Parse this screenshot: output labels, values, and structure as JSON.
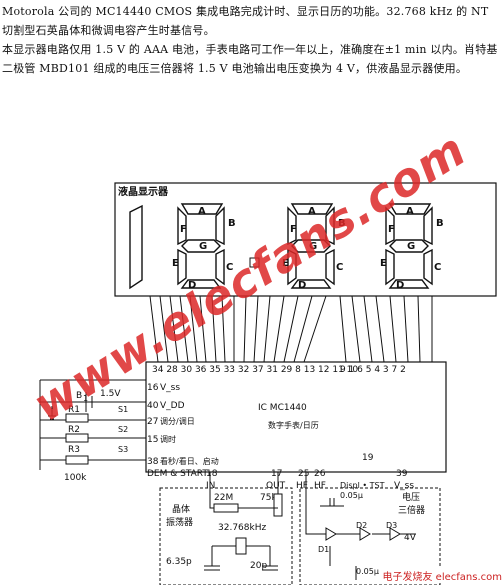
{
  "text": {
    "p1": "Motorola 公司的 MC14440 CMOS 集成电路完成计时、显示日历的功能。32.768 kHz 的 NT 切割型石英晶体和微调电容产生时基信号。",
    "p2": "本显示器电路仅用 1.5 V 的 AAA 电池，手表电路可工作一年以上，准确度在±1 min 以内。肖特基二极管 MBD101 组成的电压三倍器将 1.5 V 电池输出电压变换为 4 V，供液晶显示器使用。"
  },
  "lcd": {
    "title": "液晶显示器",
    "segments": [
      "A",
      "B",
      "C",
      "D",
      "E",
      "F",
      "G"
    ]
  },
  "pins": {
    "top_numbers": "34 28 30 36 35 33 32 37 31 29 8 13 12 11 10",
    "top_numbers_right": "9 1 6 5 4 3 7 2"
  },
  "ic": {
    "label": "IC   MC1440",
    "sublabel": "数字手表/日历",
    "left_pins": [
      {
        "num": "16",
        "name": "V_ss"
      },
      {
        "num": "40",
        "name": "V_DD"
      },
      {
        "num": "27",
        "name": "调分/调日"
      },
      {
        "num": "15",
        "name": "调时"
      },
      {
        "num": "38",
        "name": "看秒/看日、启动"
      }
    ],
    "bottom_left": "DEM & START",
    "pin18": "18",
    "in": "IN",
    "pin17": "17",
    "out": "OUT",
    "pin25": "25",
    "pin26": "26",
    "hf1": "HF",
    "hf2": "HF",
    "pin19": "19",
    "displ": "Displ • TST",
    "pin39": "39",
    "vee": "V_ss"
  },
  "components": {
    "b1": "B",
    "b1_sub": "1",
    "b1_value": "1.5V",
    "s1": "S1",
    "s2": "S2",
    "s3": "S3",
    "r1": "R1",
    "r2": "R2",
    "r3": "R3",
    "r_value": "100k",
    "osc_label_1": "晶体",
    "osc_label_2": "振荡器",
    "r22m": "22M",
    "r75k": "75k",
    "crystal": "32.768kHz",
    "c_trim": "6.35p",
    "c20p": "20p",
    "c_top": "0.05μ",
    "c_bottom": "0.05μ",
    "tripler_1": "电压",
    "tripler_2": "三倍器",
    "d1": "D1",
    "d2": "D2",
    "d3": "D3",
    "v4": "4V"
  },
  "watermark": "www.elecfans.com",
  "logo": "电子发烧友 elecfans.com"
}
